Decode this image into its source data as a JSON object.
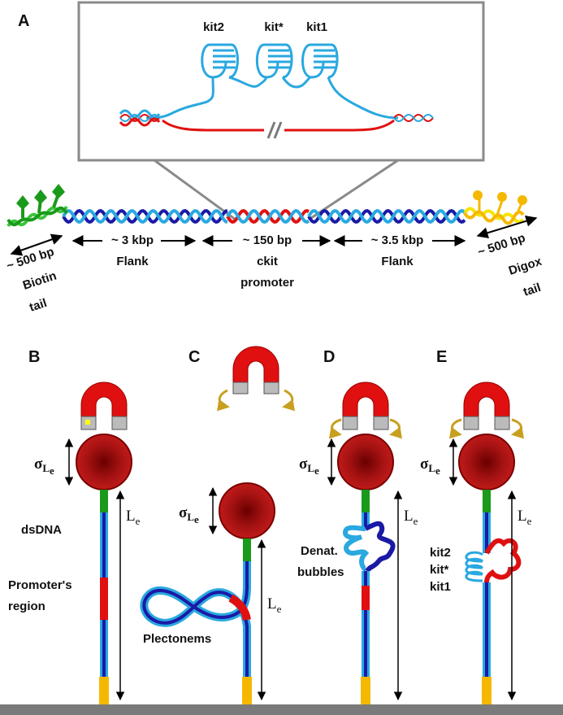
{
  "panels": {
    "a": "A",
    "b": "B",
    "c": "C",
    "d": "D",
    "e": "E"
  },
  "inset": {
    "kit2": "kit2",
    "kitstar": "kit*",
    "kit1": "kit1"
  },
  "construct": {
    "biotin_size": "~ 500 bp",
    "biotin_name1": "Biotin",
    "biotin_name2": "tail",
    "flank1_size": "~ 3  kbp",
    "flank1_name": "Flank",
    "promoter_size": "~ 150 bp",
    "promoter_name1": "ckit",
    "promoter_name2": "promoter",
    "flank2_size": "~ 3.5 kbp",
    "flank2_name": "Flank",
    "digox_size": "~ 500 bp",
    "digox_name1": "Digox",
    "digox_name2": "tail"
  },
  "symbols": {
    "sigma": "σ",
    "L": "L",
    "e_sub": "e"
  },
  "panel_b": {
    "dsdna": "dsDNA",
    "promoter1": "Promoter's",
    "promoter2": "region"
  },
  "panel_c": {
    "plectonems": "Plectonems"
  },
  "panel_d": {
    "denat1": "Denat.",
    "denat2": "bubbles"
  },
  "panel_e": {
    "kit2": "kit2",
    "kitstar": "kit*",
    "kit1": "kit1"
  },
  "colors": {
    "dark_blue": "#1a1aa6",
    "light_blue": "#2aa8e0",
    "red": "#e01010",
    "green": "#1a9a1a",
    "bright_green": "#3cc43c",
    "yellow": "#f5e400",
    "orange": "#f5b800",
    "bead": "#a81010",
    "gray": "#7a7a7a",
    "arrow_gold": "#c8a020"
  }
}
